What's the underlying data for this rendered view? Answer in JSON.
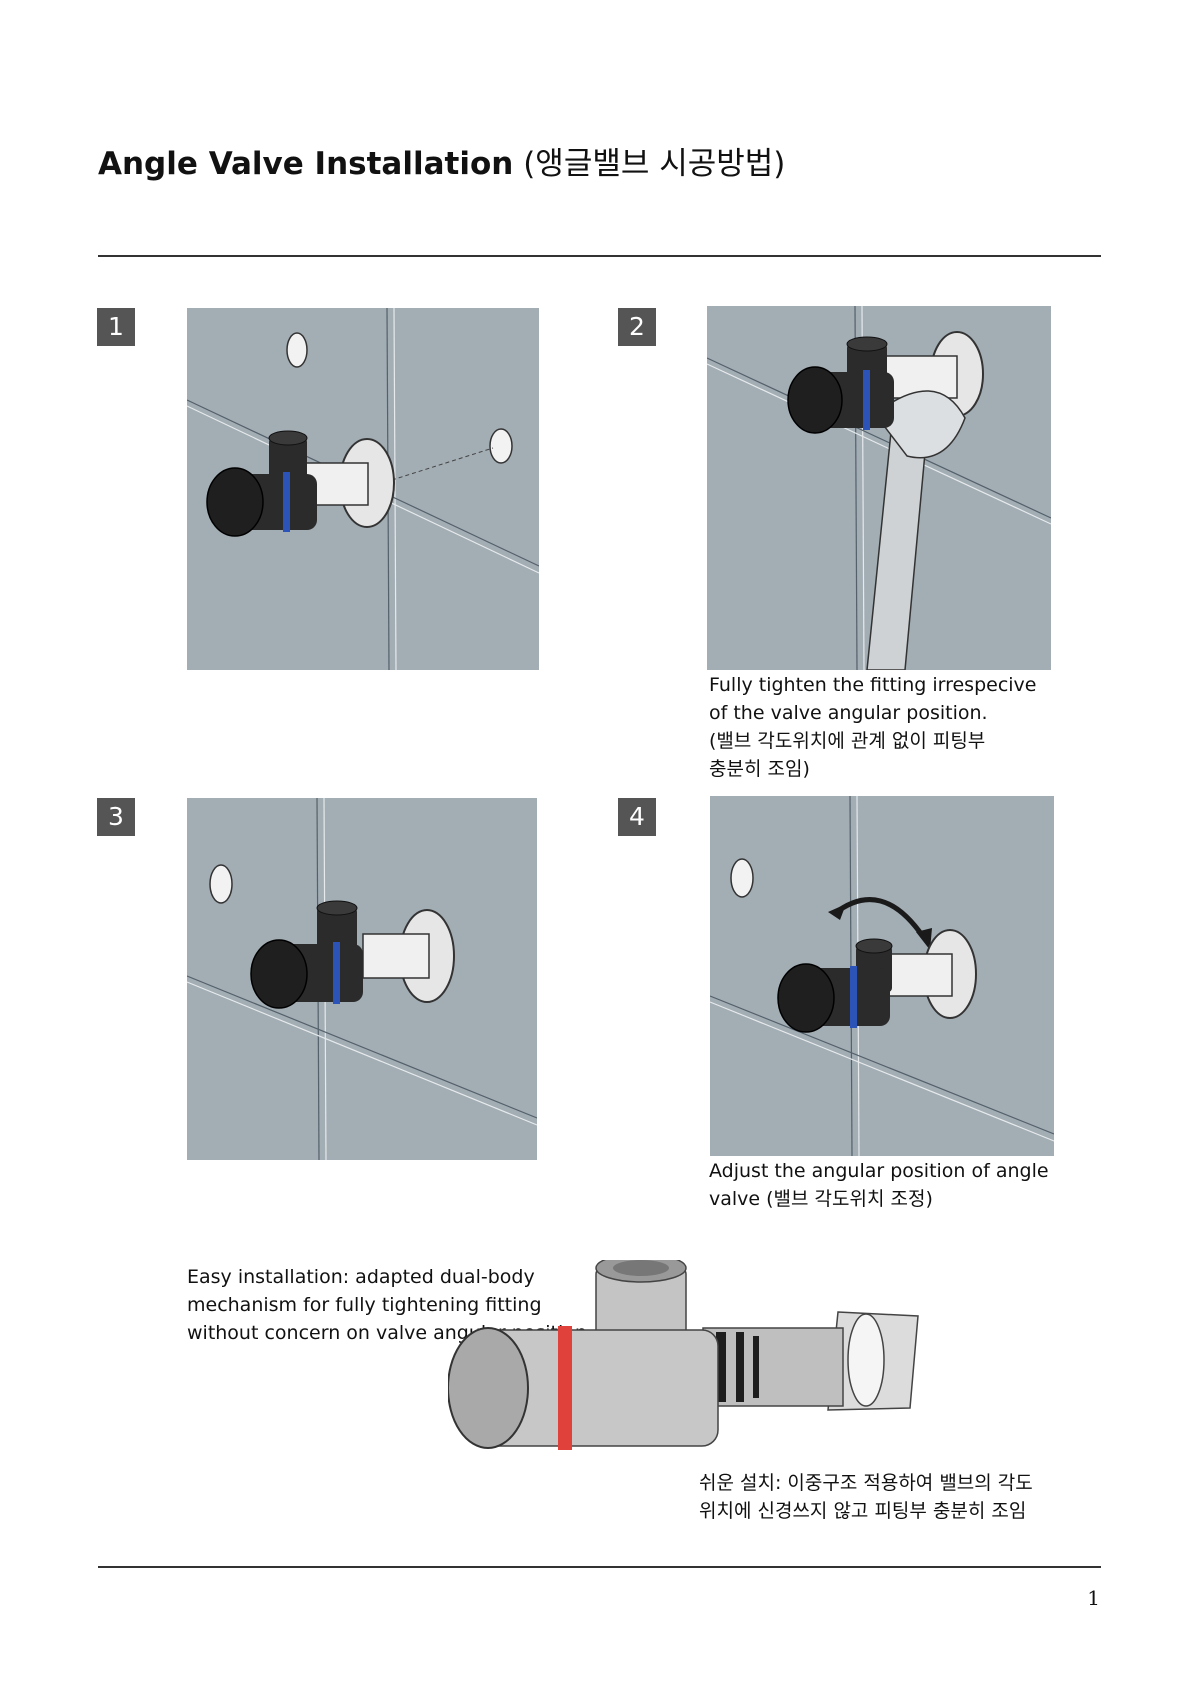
{
  "title": {
    "main": "Angle Valve Installation",
    "korean": "(앵글밸브 시공방법)"
  },
  "steps": [
    {
      "number": "1"
    },
    {
      "number": "2",
      "caption": [
        "Fully tighten the fitting irrespecive",
        "of the valve angular position.",
        "(밸브 각도위치에 관계 없이 피팅부",
        "충분히 조임)"
      ]
    },
    {
      "number": "3"
    },
    {
      "number": "4",
      "caption": [
        "Adjust the angular position of angle",
        "valve (밸브 각도위치 조정)"
      ]
    }
  ],
  "feature": {
    "english": [
      "Easy installation: adapted dual-body",
      "mechanism for fully tightening fitting",
      "without concern on valve angular position"
    ],
    "korean": [
      "쉬운 설치: 이중구조 적용하여 밸브의 각도",
      "위치에 신경쓰지 않고 피팅부 충분히 조임"
    ]
  },
  "page_number": "1",
  "colors": {
    "wall": "#a2adb4",
    "valve_body": "#2b2b2b",
    "valve_ring": "#2b53b8",
    "cutaway_ring": "#e0413b",
    "badge": "#555555"
  }
}
